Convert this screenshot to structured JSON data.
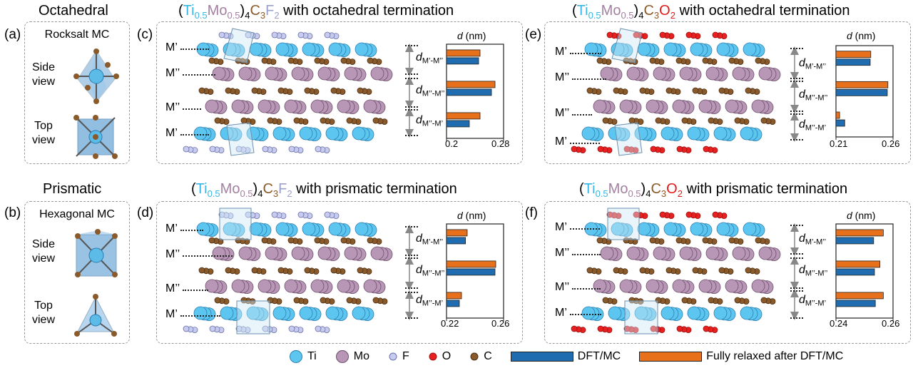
{
  "panels": {
    "a": {
      "letter": "(a)",
      "heading": "Octahedral",
      "structure": "Rocksalt MC",
      "side": "Side\nview",
      "top": "Top\nview"
    },
    "b": {
      "letter": "(b)",
      "heading": "Prismatic",
      "structure": "Hexagonal MC",
      "side": "Side\nview",
      "top": "Top\nview"
    },
    "c": {
      "letter": "(c)",
      "t_open": "(",
      "t_ti": "Ti",
      "t_ti_sub": "0.5",
      "t_mo": "Mo",
      "t_mo_sub": "0.5",
      "t_close": ")",
      "t_sub4": "4",
      "t_c": "C",
      "t_sub3": "3",
      "t_x": "F",
      "t_sub2": "2",
      "t_rest": " with octahedral termination"
    },
    "d": {
      "letter": "(d)",
      "t_open": "(",
      "t_ti": "Ti",
      "t_ti_sub": "0.5",
      "t_mo": "Mo",
      "t_mo_sub": "0.5",
      "t_close": ")",
      "t_sub4": "4",
      "t_c": "C",
      "t_sub3": "3",
      "t_x": "F",
      "t_sub2": "2",
      "t_rest": " with prismatic termination"
    },
    "e": {
      "letter": "(e)",
      "t_open": "(",
      "t_ti": "Ti",
      "t_ti_sub": "0.5",
      "t_mo": "Mo",
      "t_mo_sub": "0.5",
      "t_close": ")",
      "t_sub4": "4",
      "t_c": "C",
      "t_sub3": "3",
      "t_x": "O",
      "t_sub2": "2",
      "t_rest": " with octahedral termination"
    },
    "f": {
      "letter": "(f)",
      "t_open": "(",
      "t_ti": "Ti",
      "t_ti_sub": "0.5",
      "t_mo": "Mo",
      "t_mo_sub": "0.5",
      "t_close": ")",
      "t_sub4": "4",
      "t_c": "C",
      "t_sub3": "3",
      "t_x": "O",
      "t_sub2": "2",
      "t_rest": " with prismatic termination"
    }
  },
  "layers": {
    "m1": "M’",
    "m2": "M’’",
    "m3": "M’’",
    "m4": "M’"
  },
  "d_labels": {
    "d": "d",
    "s1": "M’-M’’",
    "s2": "M’’-M’’",
    "s3": "M’’-M’"
  },
  "axis_head": {
    "d": "d",
    "unit": " (nm)"
  },
  "legend": {
    "ti": "Ti",
    "mo": "Mo",
    "f": "F",
    "o": "O",
    "c": "C",
    "dft": "DFT/MC",
    "relaxed": "Fully relaxed after DFT/MC"
  },
  "colors": {
    "dft": "#1f6db0",
    "relaxed": "#e8701a",
    "ti": "#35b6e6",
    "mo": "#a37fa1",
    "f": "#b9bde0",
    "o": "#e01a1a",
    "c": "#8b5a2b"
  },
  "chart_data": [
    {
      "type": "bar",
      "panel": "c",
      "orientation": "horizontal",
      "categories": [
        "M’-M’’",
        "M’’-M’’",
        "M’’-M’"
      ],
      "xlim": [
        0.2,
        0.28
      ],
      "ticks": [
        "0.2",
        "0.28"
      ],
      "xlabel": "d (nm)",
      "series": [
        {
          "name": "Fully relaxed after DFT/MC",
          "values": [
            0.247,
            0.268,
            0.247
          ]
        },
        {
          "name": "DFT/MC",
          "values": [
            0.245,
            0.263,
            0.232
          ]
        }
      ]
    },
    {
      "type": "bar",
      "panel": "d",
      "orientation": "horizontal",
      "categories": [
        "M’-M’’",
        "M’’-M’’",
        "M’’-M’"
      ],
      "xlim": [
        0.22,
        0.26
      ],
      "ticks": [
        "0.22",
        "0.26"
      ],
      "xlabel": "d (nm)",
      "series": [
        {
          "name": "Fully relaxed after DFT/MC",
          "values": [
            0.2345,
            0.2545,
            0.2305
          ]
        },
        {
          "name": "DFT/MC",
          "values": [
            0.2333,
            0.254,
            0.229
          ]
        }
      ]
    },
    {
      "type": "bar",
      "panel": "e",
      "orientation": "horizontal",
      "categories": [
        "M’-M’’",
        "M’’-M’’",
        "M’’-M’"
      ],
      "xlim": [
        0.21,
        0.26
      ],
      "ticks": [
        "0.21",
        "0.26"
      ],
      "xlabel": "d (nm)",
      "series": [
        {
          "name": "Fully relaxed after DFT/MC",
          "values": [
            0.2405,
            0.2555,
            0.2132
          ]
        },
        {
          "name": "DFT/MC",
          "values": [
            0.24,
            0.255,
            0.2177
          ]
        }
      ]
    },
    {
      "type": "bar",
      "panel": "f",
      "orientation": "horizontal",
      "categories": [
        "M’-M’’",
        "M’’-M’’",
        "M’’-M’"
      ],
      "xlim": [
        0.24,
        0.26
      ],
      "ticks": [
        "0.24",
        "0.26"
      ],
      "xlabel": "d (nm)",
      "series": [
        {
          "name": "Fully relaxed after DFT/MC",
          "values": [
            0.2566,
            0.2554,
            0.2566
          ]
        },
        {
          "name": "DFT/MC",
          "values": [
            0.2532,
            0.2535,
            0.2538
          ]
        }
      ]
    }
  ]
}
